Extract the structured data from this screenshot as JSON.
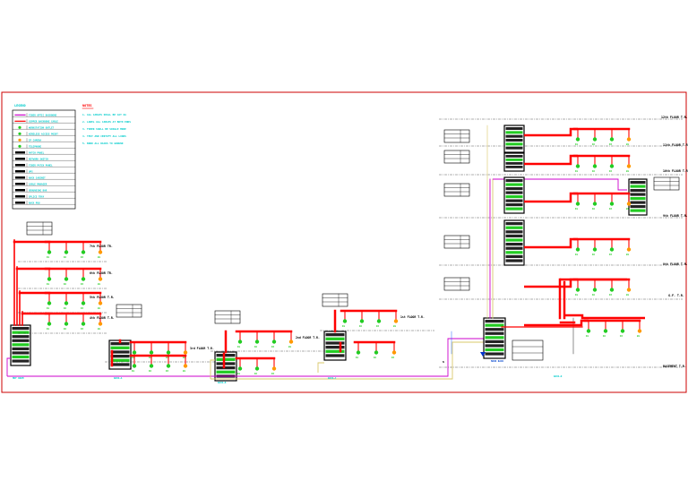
{
  "diagram": {
    "legend_title": "LEGEND",
    "notes_title": "NOTES",
    "legend_items": [
      "FIBER OPTIC BACKBONE",
      "COPPER BACKBONE CABLE",
      "WORKSTATION OUTLET",
      "WIRELESS ACCESS POINT",
      "IP CAMERA",
      "TELEPHONE",
      "PATCH PANEL",
      "NETWORK SWITCH",
      "FIBER PATCH PANEL",
      "UPS",
      "RACK CABINET",
      "CABLE MANAGER",
      "GROUNDING BAR",
      "SPLICE TRAY",
      "RACK PDU"
    ],
    "notes": [
      "1. ALL CABLES SHALL BE CAT 6A",
      "2. LABEL ALL CABLES AT BOTH ENDS",
      "3. FIBER SHALL BE SINGLE MODE",
      "4. TEST AND CERTIFY ALL LINKS",
      "5. BOND ALL RACKS TO GROUND"
    ],
    "floors_left": [
      "7th FLOOR TR.",
      "6th FLOOR TR.",
      "5th FLOOR T.R.",
      "4th FLOOR T.R."
    ],
    "mid_labels": [
      "3rd FLOOR T.R.",
      "2nd FLOOR T.R.",
      "1st FLOOR T.R."
    ],
    "right_labels": [
      "12th FLOOR T.R.",
      "11th FLOOR T.R.",
      "10th FLOOR T.R.",
      "9th FLOOR T.R.",
      "8th FLOOR T.R.",
      "G.F. T.R.",
      "BASEMENT T.R."
    ],
    "bottom_labels": [
      "MDF ROOM",
      "RACK-A",
      "RACK-B",
      "RACK-C",
      "RACK-D",
      "MAIN RACK"
    ],
    "outlet_tags": [
      "D1",
      "D2",
      "D3",
      "W1",
      "C1"
    ],
    "colors": {
      "frame": "#cc0000",
      "copper": "#ff0000",
      "fiber": "#cc00cc",
      "fiber2": "#d9c96a",
      "outlet": "#22cc22",
      "camera": "#ff9900",
      "cyan": "#00cccc",
      "rack": "#000000"
    }
  }
}
